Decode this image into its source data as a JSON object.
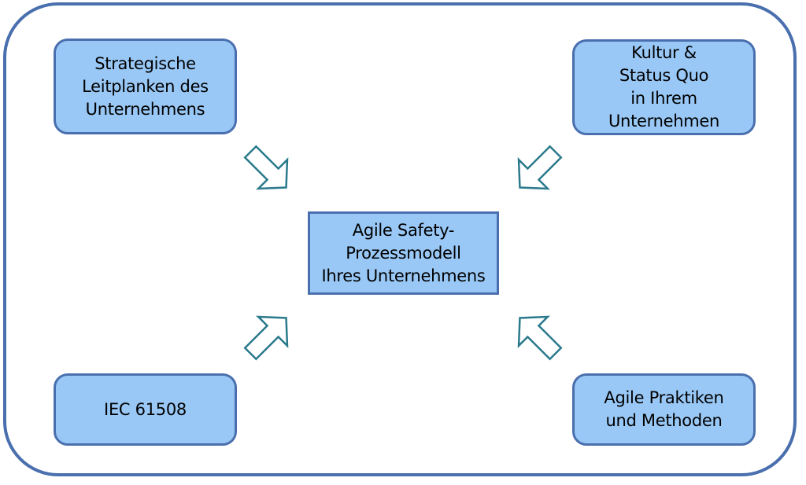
{
  "diagram": {
    "center": {
      "label": "Agile Safety-\nProzessmodell\nIhres Unternehmens"
    },
    "top_left": {
      "label": "Strategische\nLeitplanken des\nUnternehmens"
    },
    "top_right": {
      "label": "Kultur &\nStatus Quo\nin Ihrem\nUnternehmen"
    },
    "bottom_left": {
      "label": "IEC 61508"
    },
    "bottom_right": {
      "label": "Agile Praktiken\nund Methoden"
    },
    "arrows": [
      {
        "from": "top_left",
        "to": "center"
      },
      {
        "from": "top_right",
        "to": "center"
      },
      {
        "from": "bottom_left",
        "to": "center"
      },
      {
        "from": "bottom_right",
        "to": "center"
      }
    ],
    "colors": {
      "box_fill": "#99c8f6",
      "box_border": "#4a6fae",
      "frame_border": "#4a6fae",
      "arrow_outline": "#2a7a8c"
    }
  }
}
